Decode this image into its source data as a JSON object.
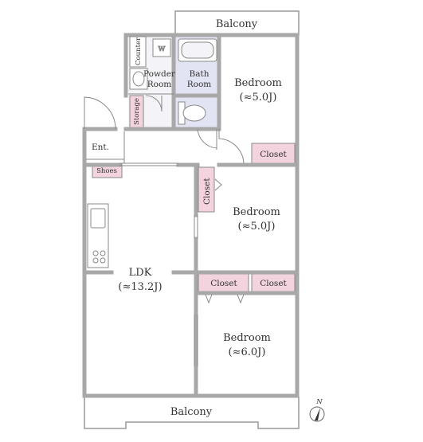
{
  "plan": {
    "balcony_top": "Balcony",
    "balcony_bottom": "Balcony",
    "bedroom_ne": {
      "name": "Bedroom",
      "size": "(≈5.0J)"
    },
    "bedroom_e": {
      "name": "Bedroom",
      "size": "(≈5.0J)"
    },
    "bedroom_se": {
      "name": "Bedroom",
      "size": "(≈6.0J)"
    },
    "ldk": {
      "name": "LDK",
      "size": "(≈13.2J)"
    },
    "bath": {
      "line1": "Bath",
      "line2": "Room"
    },
    "powder": {
      "line1": "Powder",
      "line2": "Room"
    },
    "counter": "Counter",
    "w": "W",
    "storage": "Storage",
    "ent": "Ent.",
    "shoes": "Shoes",
    "closet_ne": "Closet",
    "closet_mid": "Closet",
    "closet_sw": "Closet",
    "closet_se": "Closet",
    "north": "N"
  },
  "colors": {
    "wall": "#a8a8a8",
    "closet_fill": "#f2d3de",
    "bath_fill": "#e2e4f4"
  }
}
